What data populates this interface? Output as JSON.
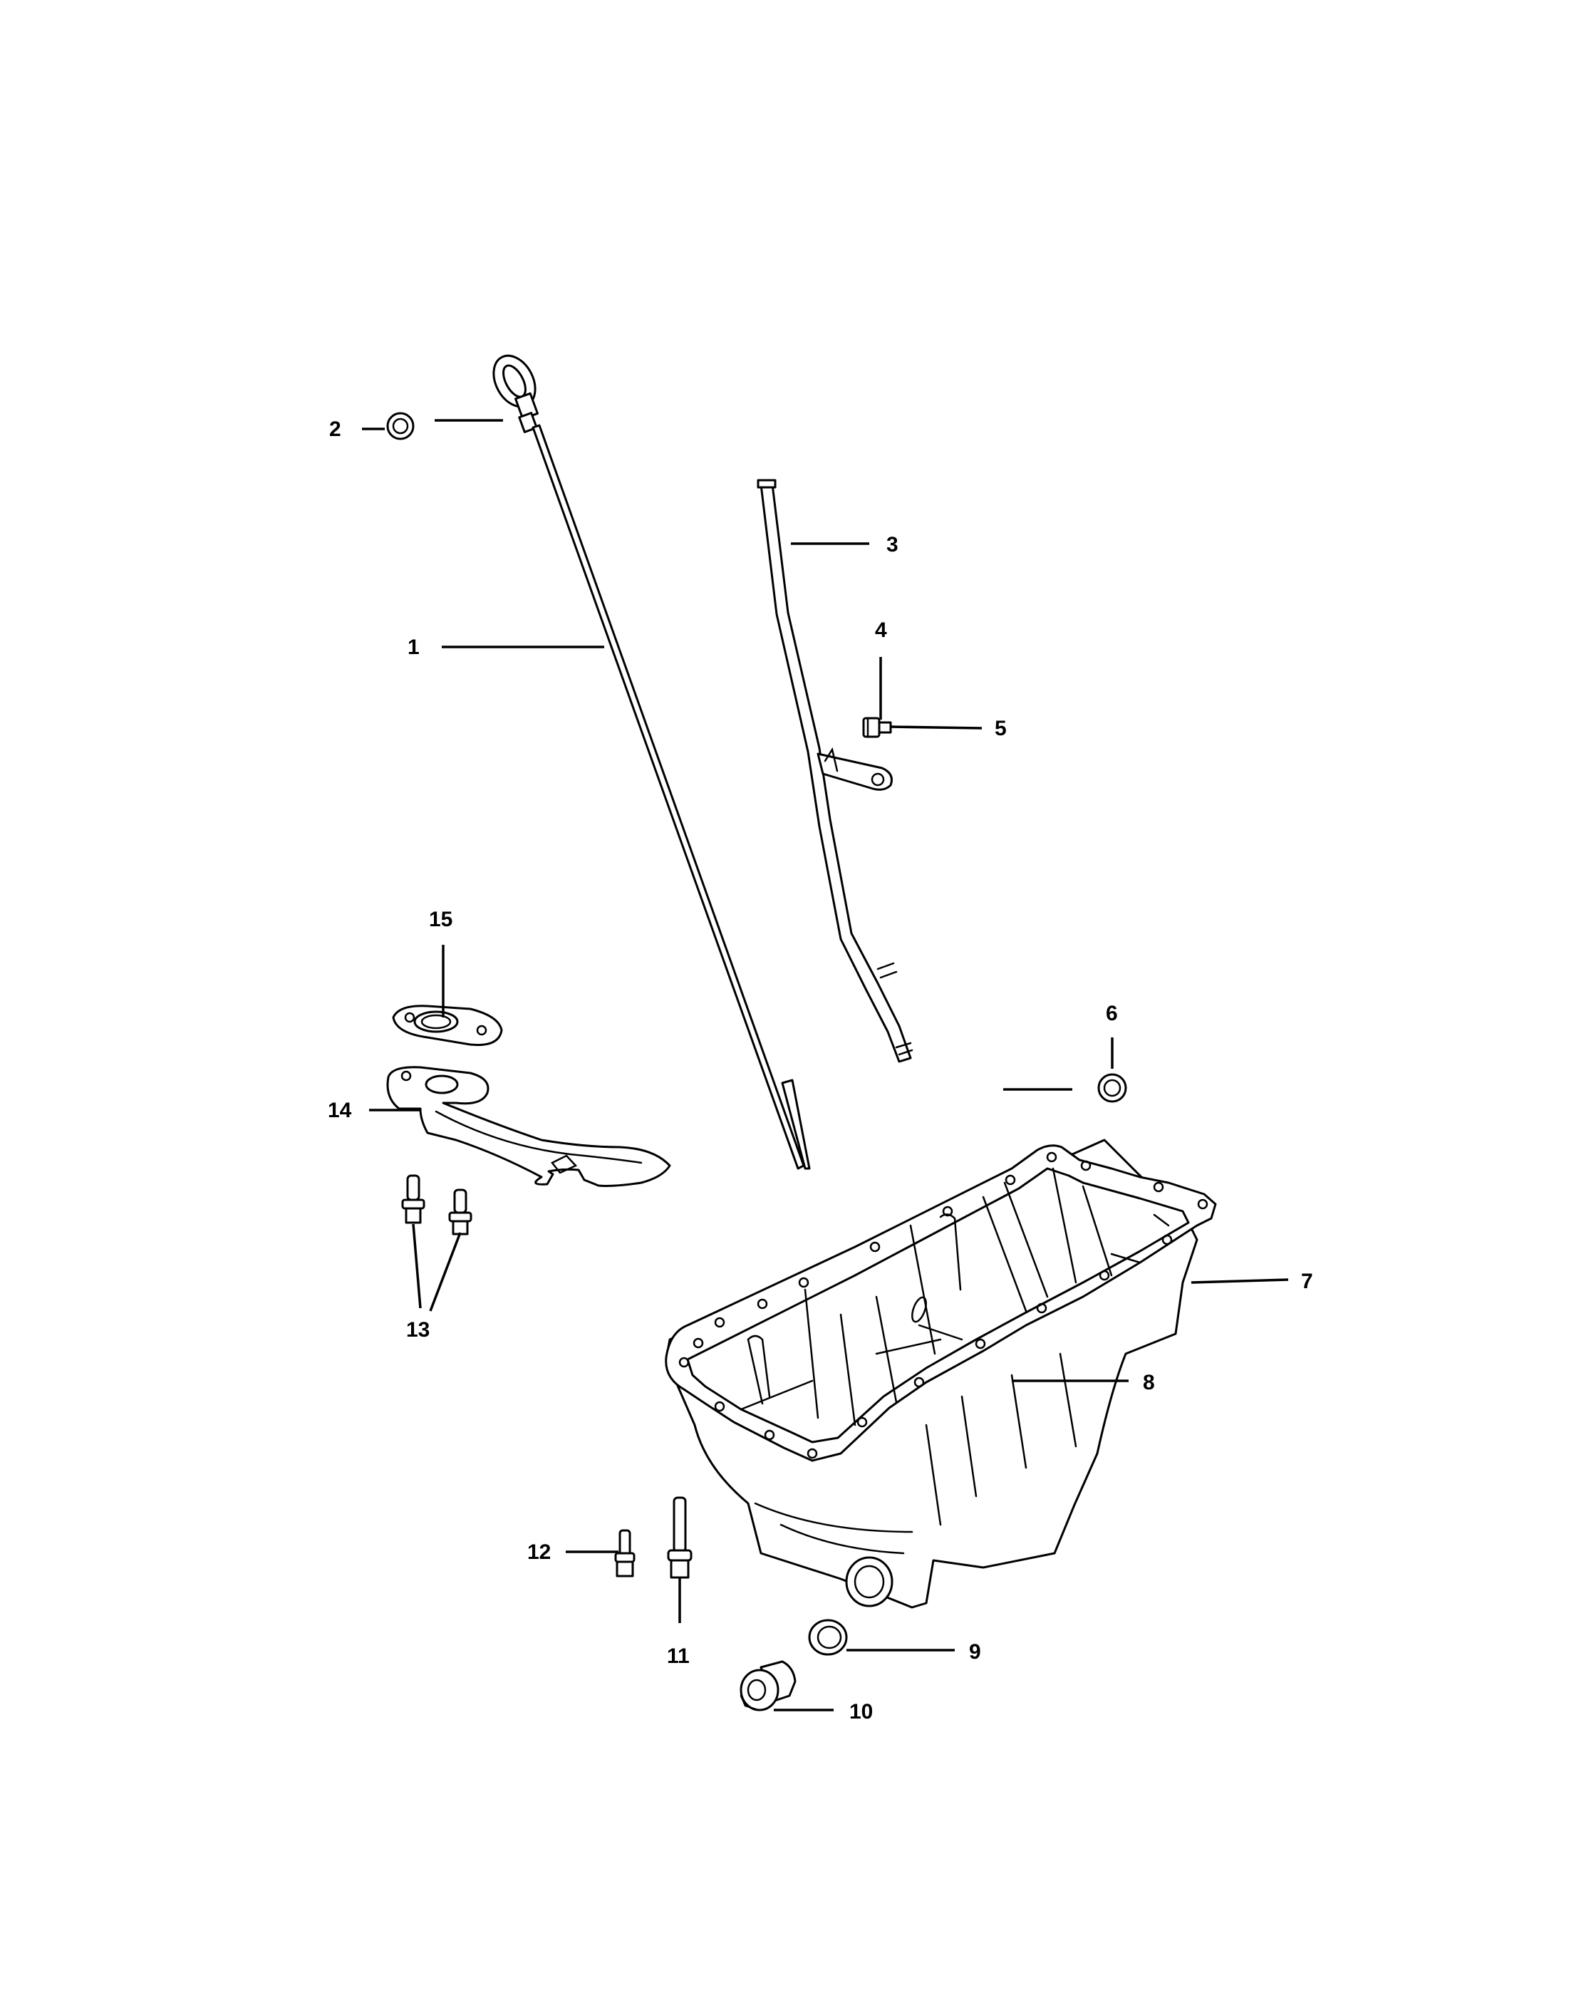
{
  "colors": {
    "background": "#ffffff",
    "line": "#000000"
  },
  "callouts": [
    {
      "id": "1",
      "label": "1"
    },
    {
      "id": "2",
      "label": "2"
    },
    {
      "id": "3",
      "label": "3"
    },
    {
      "id": "4",
      "label": "4"
    },
    {
      "id": "5",
      "label": "5"
    },
    {
      "id": "6",
      "label": "6"
    },
    {
      "id": "7",
      "label": "7"
    },
    {
      "id": "8",
      "label": "8"
    },
    {
      "id": "9",
      "label": "9"
    },
    {
      "id": "10",
      "label": "10"
    },
    {
      "id": "11",
      "label": "11"
    },
    {
      "id": "12",
      "label": "12"
    },
    {
      "id": "13",
      "label": "13"
    },
    {
      "id": "14",
      "label": "14"
    },
    {
      "id": "15",
      "label": "15"
    }
  ]
}
